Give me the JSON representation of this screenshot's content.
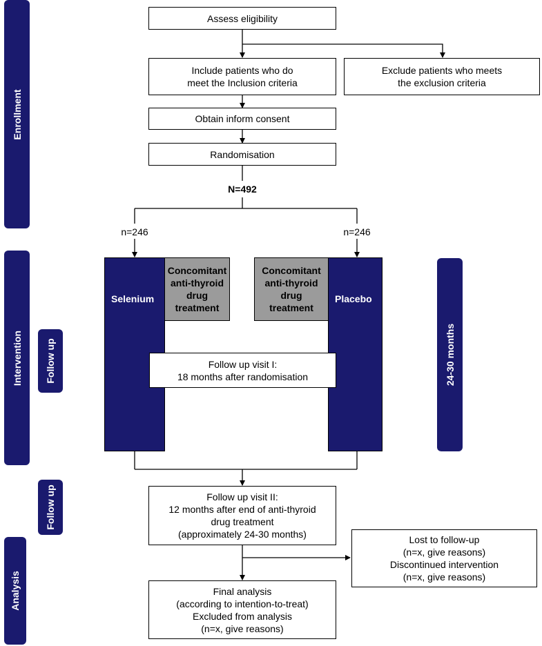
{
  "phases": {
    "enrollment": "Enrollment",
    "intervention": "Intervention",
    "follow_up_1": "Follow up",
    "follow_up_2": "Follow up",
    "analysis": "Analysis",
    "duration": "24-30 months"
  },
  "steps": {
    "assess": "Assess eligibility",
    "include": "Include patients who do\nmeet the Inclusion criteria",
    "exclude": "Exclude patients who meets\nthe exclusion criteria",
    "consent": "Obtain inform consent",
    "randomisation": "Randomisation",
    "total_n": "N=492",
    "n_selenium": "n=246",
    "n_placebo": "n=246",
    "visit1": "Follow up visit I:\n18 months after randomisation",
    "visit2": "Follow up visit II:\n12 months after end of anti-thyroid\ndrug treatment\n(approximately 24-30 months)",
    "lost": "Lost to follow-up\n(n=x, give reasons)\nDiscontinued intervention\n(n=x, give reasons)",
    "final": "Final analysis\n(according to intention-to-treat)\nExcluded from analysis\n(n=x, give reasons)"
  },
  "arms": {
    "selenium": "Selenium",
    "placebo": "Placebo",
    "concomitant_left": "Concomitant\nanti-thyroid\ndrug\ntreatment",
    "concomitant_right": "Concomitant\nanti-thyroid\ndrug\ntreatment"
  },
  "colors": {
    "phase_bar": "#1a1a6e",
    "concomitant": "#9b9b9b"
  }
}
